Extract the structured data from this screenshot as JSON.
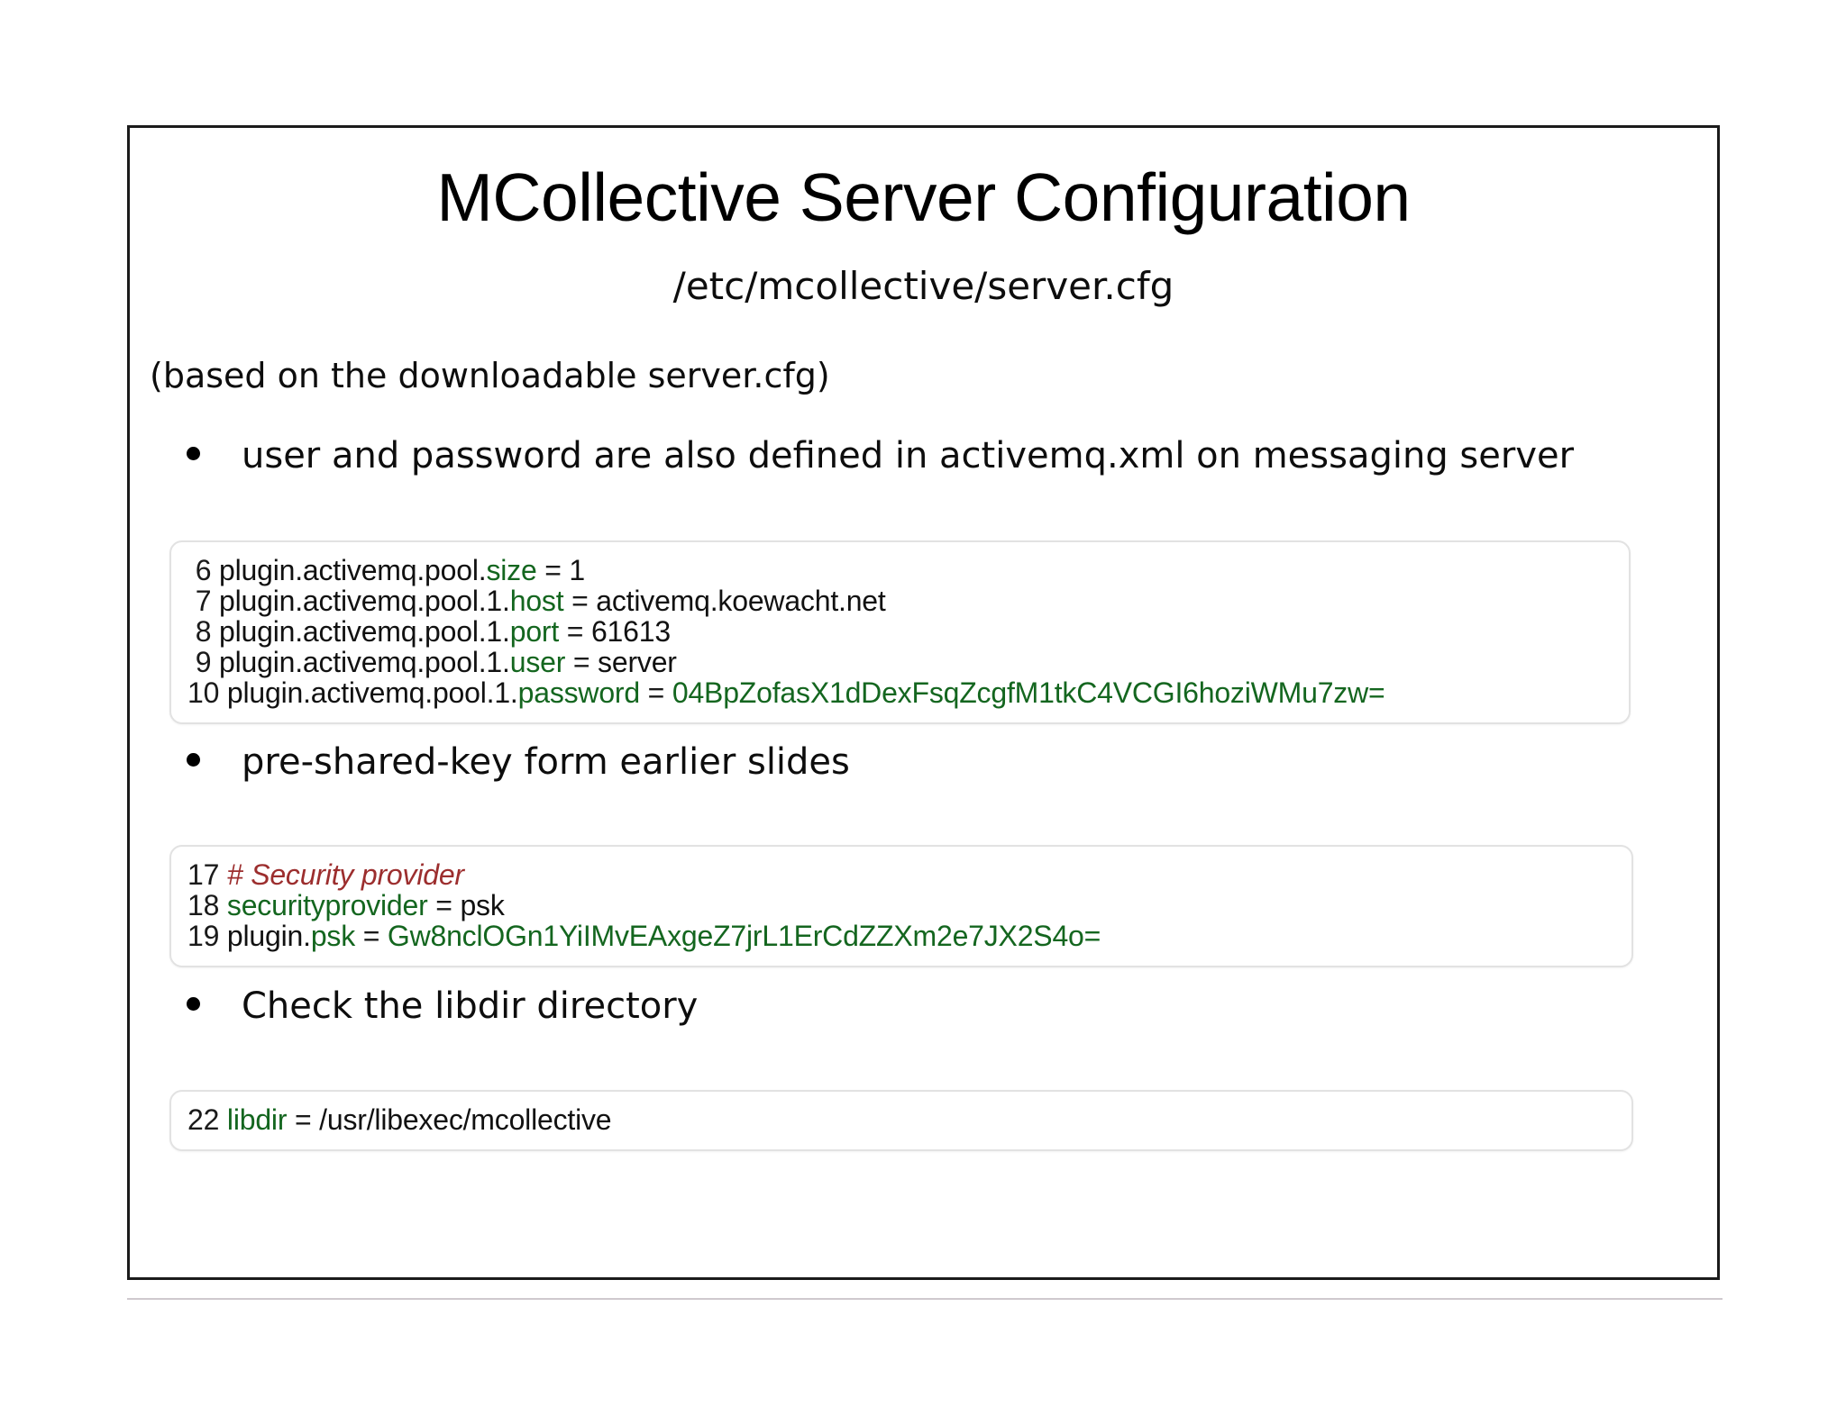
{
  "slide": {
    "title": "MCollective Server Configuration",
    "subtitle": "/etc/mcollective/server.cfg",
    "note": "(based on the downloadable server.cfg)",
    "bullets": [
      "user and password are also defined in activemq.xml on messaging server",
      "pre-shared-key form earlier slides",
      "Check the libdir directory"
    ]
  },
  "code_block_1": {
    "lines": [
      {
        "num": " 6",
        "prefix": "plugin.activemq.pool.",
        "key": "size",
        "eq": " = ",
        "value": "1",
        "value_style": "plain"
      },
      {
        "num": " 7",
        "prefix": "plugin.activemq.pool.1.",
        "key": "host",
        "eq": " = ",
        "value": "activemq.koewacht.net",
        "value_style": "plain"
      },
      {
        "num": " 8",
        "prefix": "plugin.activemq.pool.1.",
        "key": "port",
        "eq": " = ",
        "value": "61613",
        "value_style": "plain"
      },
      {
        "num": " 9",
        "prefix": "plugin.activemq.pool.1.",
        "key": "user",
        "eq": " = ",
        "value": "server",
        "value_style": "plain"
      },
      {
        "num": "10",
        "prefix": "plugin.activemq.pool.1.",
        "key": "password",
        "eq": " = ",
        "value": "04BpZofasX1dDexFsqZcgfM1tkC4VCGI6hoziWMu7zw=",
        "value_style": "green"
      }
    ]
  },
  "code_block_2": {
    "lines": [
      {
        "num": "17",
        "comment": "# Security provider"
      },
      {
        "num": "18",
        "prefix": "",
        "key": "securityprovider",
        "eq": " = ",
        "value": "psk",
        "value_style": "plain"
      },
      {
        "num": "19",
        "prefix": "plugin.",
        "key": "psk",
        "eq": " = ",
        "value": "Gw8nclOGn1YiIMvEAxgeZ7jrL1ErCdZZXm2e7JX2S4o=",
        "value_style": "green"
      }
    ]
  },
  "code_block_3": {
    "lines": [
      {
        "num": "22",
        "prefix": "",
        "key": "libdir",
        "eq": " = ",
        "value": "/usr/libexec/mcollective",
        "value_style": "plain"
      }
    ]
  },
  "colors": {
    "key_green": "#14661f",
    "comment_red": "#9c2e2e",
    "frame_border": "#1b1b1b",
    "code_border": "#e2e2e2",
    "footer_rule": "#cfc9ce"
  }
}
